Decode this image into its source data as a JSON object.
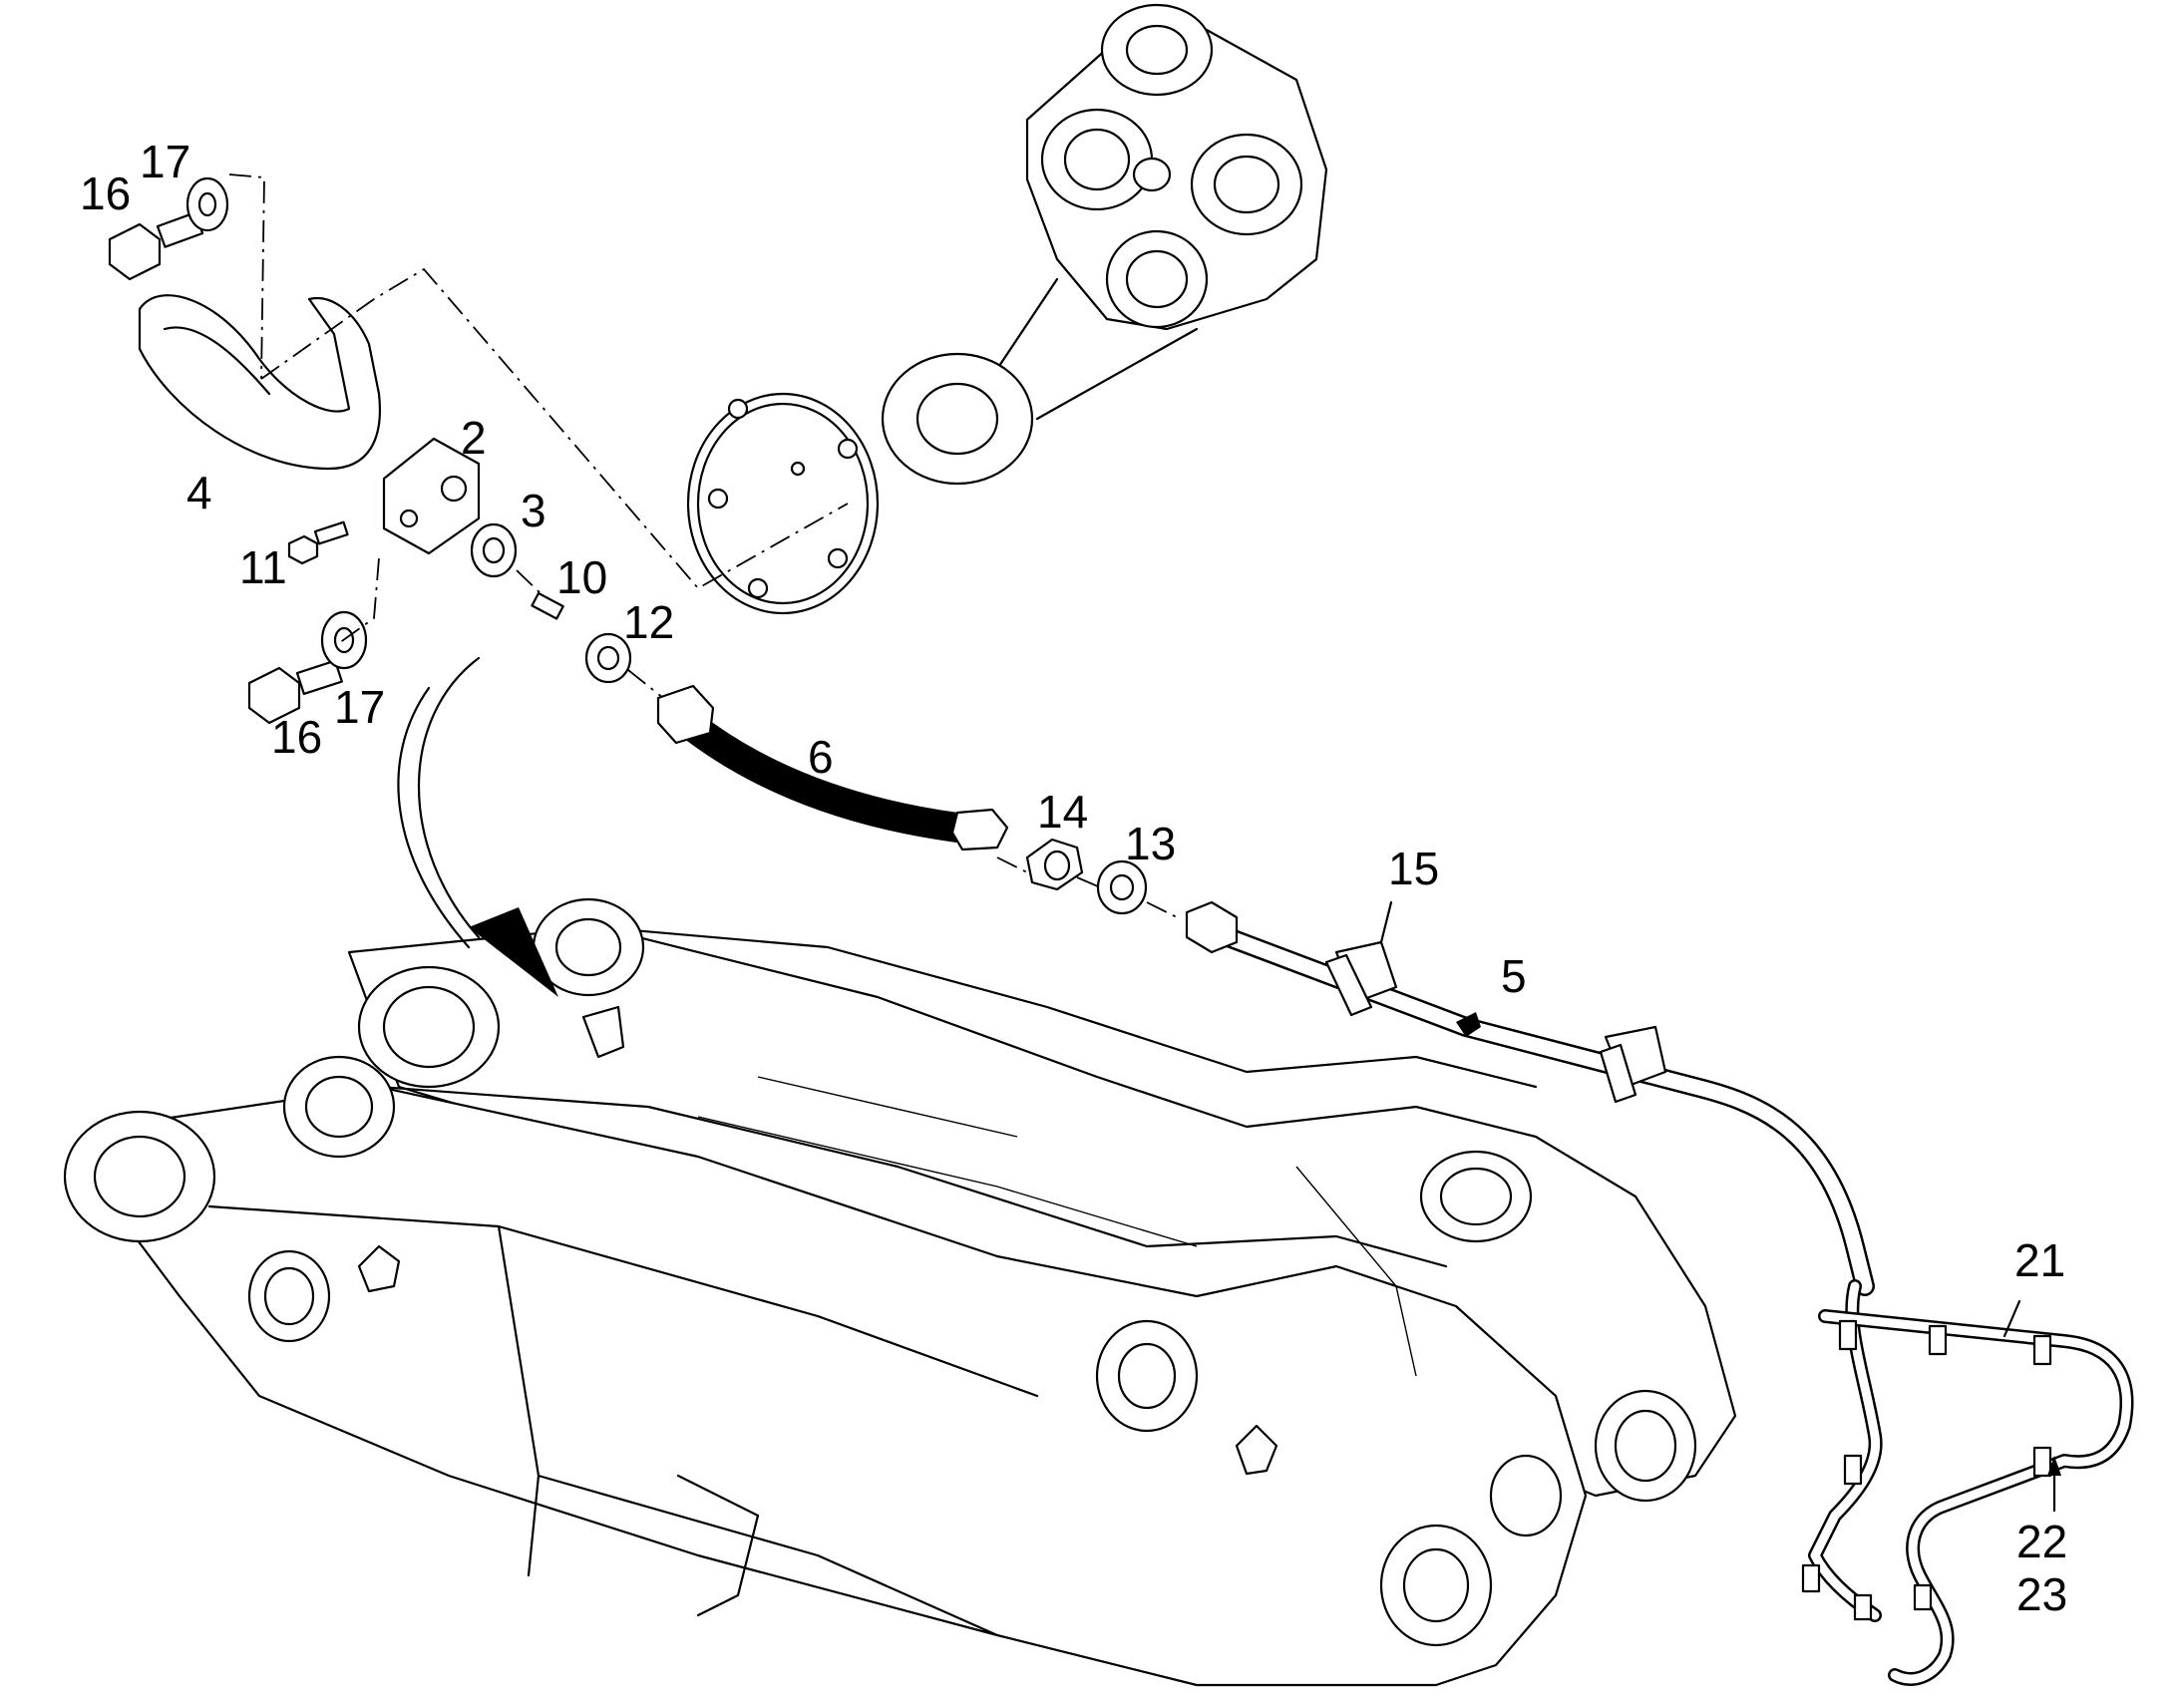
{
  "callouts": [
    {
      "id": "17a",
      "text": "17"
    },
    {
      "id": "16a",
      "text": "16"
    },
    {
      "id": "2",
      "text": "2"
    },
    {
      "id": "4",
      "text": "4"
    },
    {
      "id": "3",
      "text": "3"
    },
    {
      "id": "11",
      "text": "11"
    },
    {
      "id": "10",
      "text": "10"
    },
    {
      "id": "12",
      "text": "12"
    },
    {
      "id": "17b",
      "text": "17"
    },
    {
      "id": "16b",
      "text": "16"
    },
    {
      "id": "6",
      "text": "6"
    },
    {
      "id": "14",
      "text": "14"
    },
    {
      "id": "13",
      "text": "13"
    },
    {
      "id": "15",
      "text": "15"
    },
    {
      "id": "5",
      "text": "5"
    },
    {
      "id": "21",
      "text": "21"
    },
    {
      "id": "22",
      "text": "22"
    },
    {
      "id": "23",
      "text": "23"
    }
  ],
  "colors": {
    "line": "#000000",
    "background": "#ffffff"
  }
}
